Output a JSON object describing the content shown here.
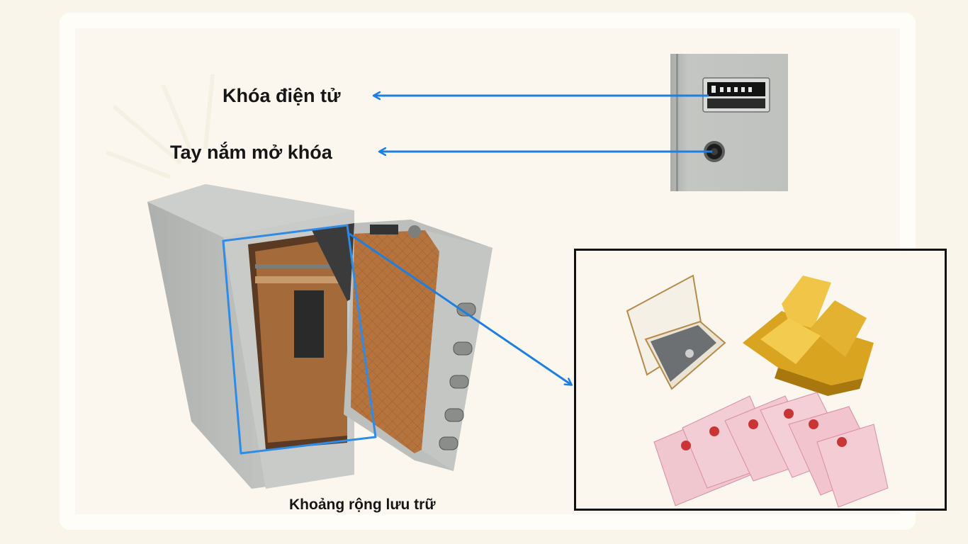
{
  "labels": {
    "electronic_lock": "Khóa điện tử",
    "unlock_handle": "Tay nắm mở khóa",
    "storage_space": "Khoảng rộng lưu trữ"
  },
  "colors": {
    "arrow": "#1f7fe0",
    "background": "#faf5ea",
    "text": "#161616",
    "leather": "#b5733e",
    "steel": "#c9cbc8",
    "gold": "#d9a521"
  },
  "illustrations": {
    "lock_closeup": "electronic-keypad-and-handle-photo",
    "safe": "open-safe-with-leather-door-photo",
    "valuables": [
      "book-safe-icon",
      "gold-bars-icon",
      "land-certificates-icon"
    ]
  }
}
